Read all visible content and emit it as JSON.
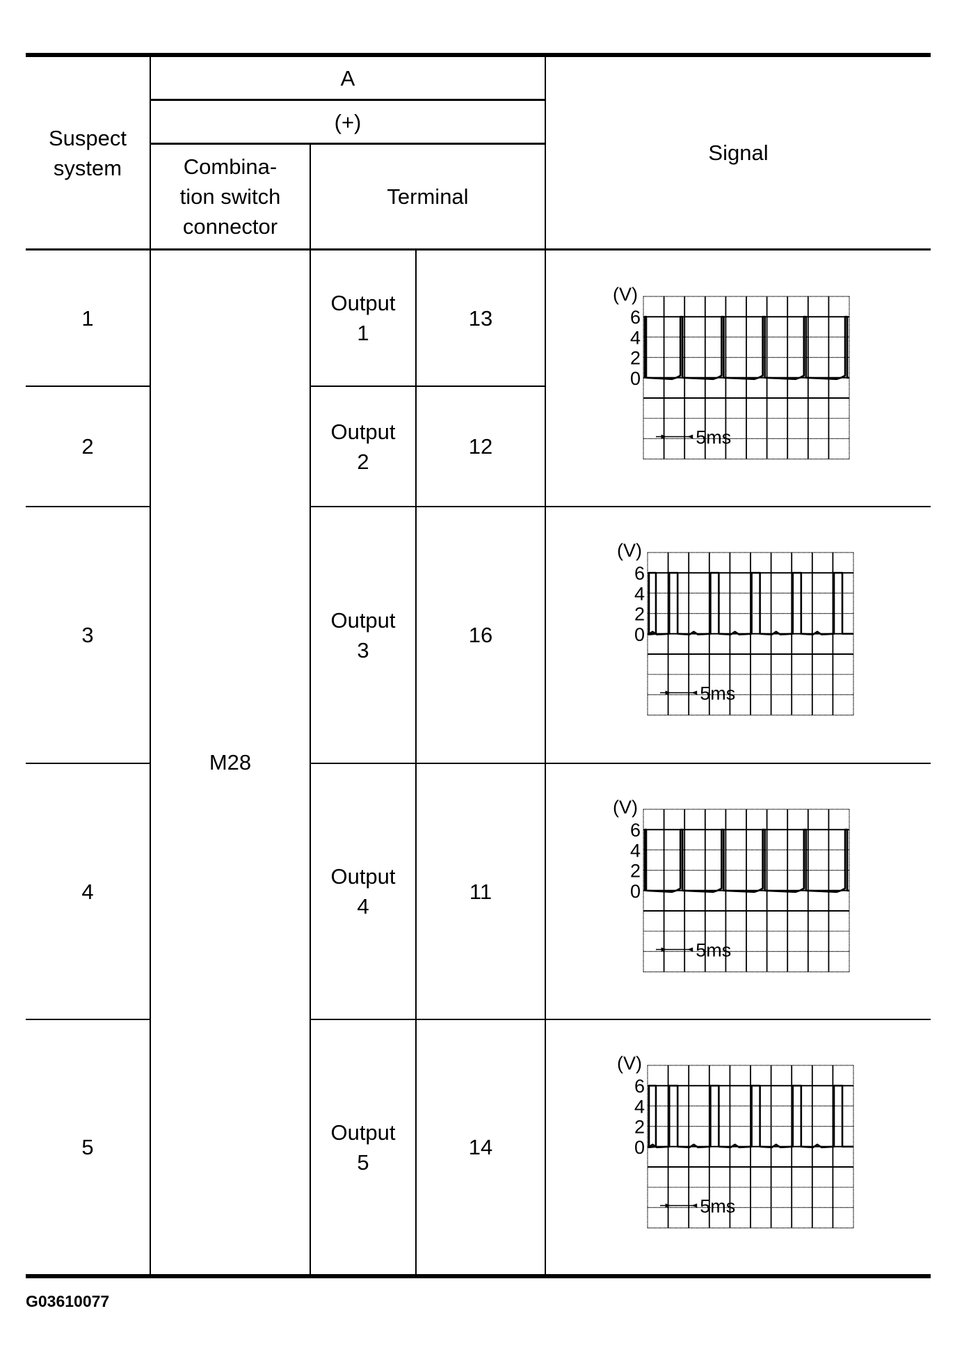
{
  "header": {
    "suspect_system": "Suspect\nsystem",
    "group_a": "A",
    "polarity": "(+)",
    "connector_header": "Combina-\ntion switch\nconnector",
    "terminal_header": "Terminal",
    "signal_header": "Signal"
  },
  "connector": "M28",
  "rows": [
    {
      "system": "1",
      "output": "Output\n1",
      "terminal": "13"
    },
    {
      "system": "2",
      "output": "Output\n2",
      "terminal": "12"
    },
    {
      "system": "3",
      "output": "Output\n3",
      "terminal": "16"
    },
    {
      "system": "4",
      "output": "Output\n4",
      "terminal": "11"
    },
    {
      "system": "5",
      "output": "Output\n5",
      "terminal": "14"
    }
  ],
  "signals": [
    {
      "applies_to": [
        "1",
        "2"
      ],
      "unit": "(V)",
      "y_ticks": [
        "6",
        "4",
        "2",
        "0"
      ],
      "time_div": "5ms",
      "waveform": "narrow-pulse"
    },
    {
      "applies_to": [
        "3"
      ],
      "unit": "(V)",
      "y_ticks": [
        "6",
        "4",
        "2",
        "0"
      ],
      "time_div": "5ms",
      "waveform": "square-pulse"
    },
    {
      "applies_to": [
        "4"
      ],
      "unit": "(V)",
      "y_ticks": [
        "6",
        "4",
        "2",
        "0"
      ],
      "time_div": "5ms",
      "waveform": "narrow-pulse"
    },
    {
      "applies_to": [
        "5"
      ],
      "unit": "(V)",
      "y_ticks": [
        "6",
        "4",
        "2",
        "0"
      ],
      "time_div": "5ms",
      "waveform": "square-pulse"
    }
  ],
  "footer": {
    "figure_code": "G03610077"
  }
}
